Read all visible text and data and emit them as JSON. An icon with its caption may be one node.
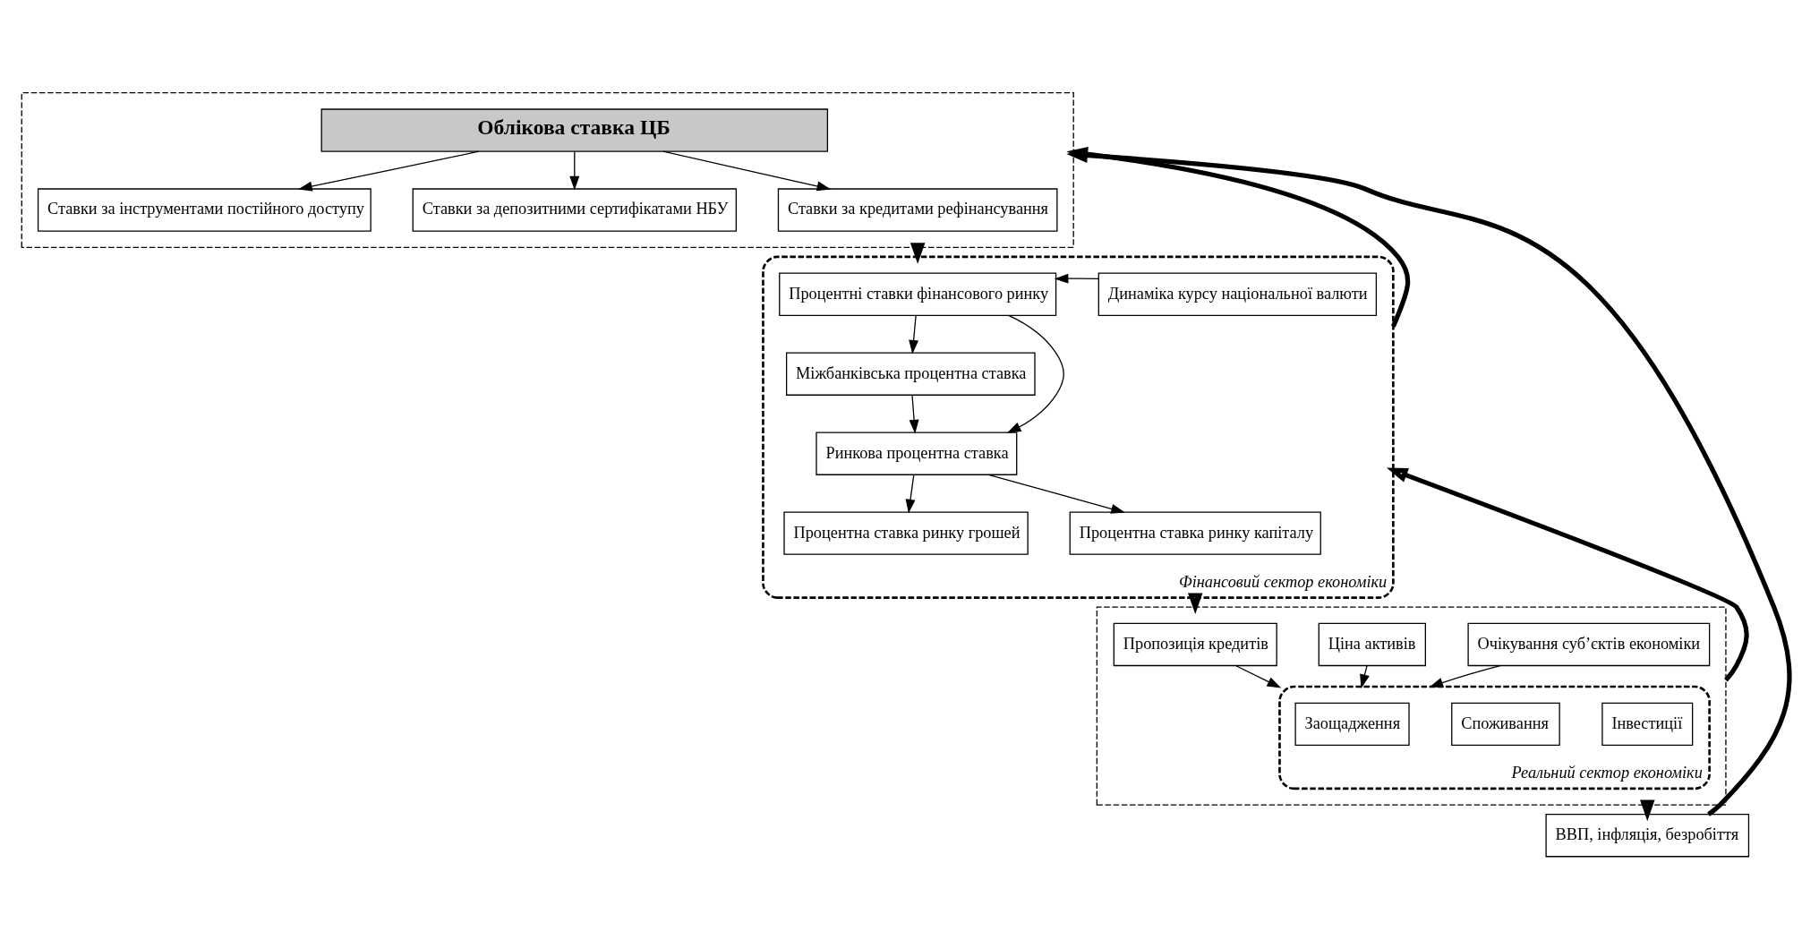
{
  "diagram": {
    "nodes": [
      {
        "text": [],
        "shape": "box"
      },
      {
        "text": [
          "Облікова ставка ЦБ"
        ],
        "in": 0
      },
      {
        "text": [
          "Ставки за інструментами постійного доступу"
        ],
        "in": 0
      },
      {
        "text": [
          "Ставки за депозитними сертифікатами НБУ"
        ],
        "in": 0
      },
      {
        "text": [
          "Ставки за кредитами рефінансування"
        ],
        "in": 0
      },
      {
        "text": [
          "Фінансовий сектор економіки"
        ]
      },
      {
        "text": [
          "Процентні ставки фінансового ринку"
        ],
        "in": 5
      },
      {
        "text": [
          "Динаміка курсу національної валюти"
        ],
        "in": 5
      },
      {
        "text": [
          "Міжбанківська процентна ставка"
        ],
        "in": 5
      },
      {
        "text": [
          "Ринкова процентна ставка"
        ],
        "in": 5
      },
      {
        "text": [
          "Процентна ставка ринку грошей"
        ],
        "in": 5
      },
      {
        "text": [
          "Процентна ставка ринку капіталу"
        ],
        "in": 5
      },
      {
        "text": [],
        "shape": "box"
      },
      {
        "text": [
          "Пропозиція кредитів"
        ],
        "in": 12
      },
      {
        "text": [
          "Ціна активів"
        ],
        "in": 12
      },
      {
        "text": [
          "Очікування суб’єктів економіки"
        ],
        "in": 12
      },
      {
        "text": [
          "Реальний сектор економіки"
        ],
        "in": 12
      },
      {
        "text": [
          "Заощадження"
        ],
        "in": 16
      },
      {
        "text": [
          "Споживання"
        ],
        "in": 16
      },
      {
        "text": [
          "Інвестиції"
        ],
        "in": 16
      },
      {
        "text": [
          "ВВП, інфляція, безробіття"
        ]
      }
    ],
    "edges": [
      {
        "from": 1,
        "to": 2,
        "arrow": "to"
      },
      {
        "from": 1,
        "to": 3,
        "arrow": "to"
      },
      {
        "from": 1,
        "to": 4,
        "arrow": "to"
      },
      {
        "from": 0,
        "to": 5,
        "arrow": "to",
        "style": "thick"
      },
      {
        "from": 5,
        "to": 0,
        "arrow": "to",
        "style": "thick"
      },
      {
        "from": 7,
        "to": 6,
        "arrow": "to"
      },
      {
        "from": 6,
        "to": 8,
        "arrow": "to"
      },
      {
        "from": 6,
        "to": 9,
        "arrow": "to"
      },
      {
        "from": 8,
        "to": 9,
        "arrow": "to"
      },
      {
        "from": 9,
        "to": 10,
        "arrow": "to"
      },
      {
        "from": 9,
        "to": 11,
        "arrow": "to"
      },
      {
        "from": 5,
        "to": 12,
        "arrow": "to",
        "style": "thick"
      },
      {
        "from": 12,
        "to": 5,
        "arrow": "to",
        "style": "thick"
      },
      {
        "from": 13,
        "to": 16,
        "arrow": "to"
      },
      {
        "from": 14,
        "to": 16,
        "arrow": "to"
      },
      {
        "from": 15,
        "to": 16,
        "arrow": "to"
      },
      {
        "from": 12,
        "to": 20,
        "arrow": "to",
        "style": "thick"
      },
      {
        "from": 20,
        "to": 0,
        "arrow": "to",
        "style": "thick"
      }
    ]
  }
}
